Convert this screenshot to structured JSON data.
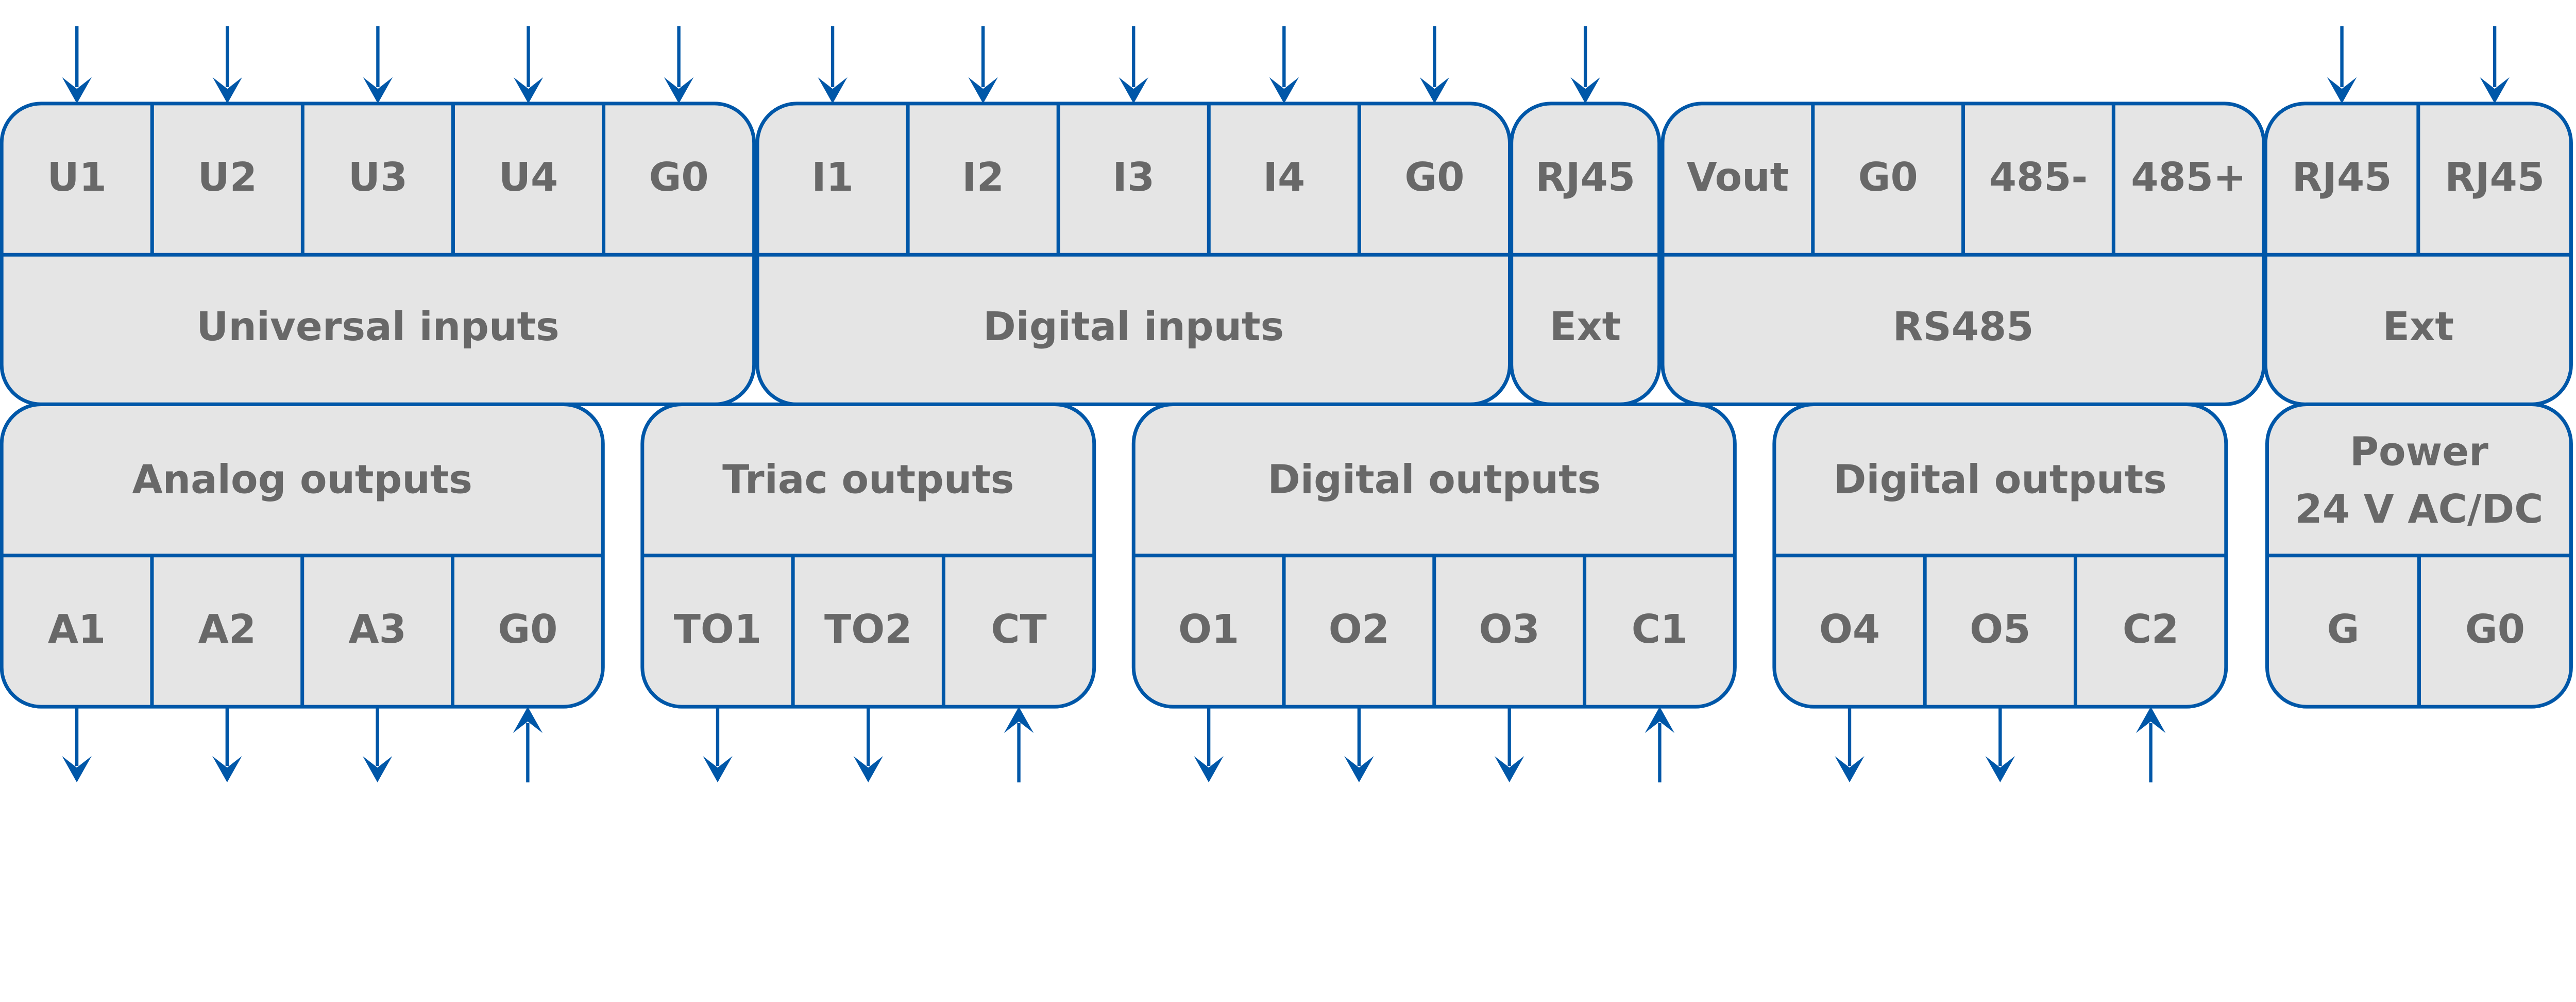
{
  "colors": {
    "stroke": "#0057a8",
    "fill": "#e5e5e5",
    "text": "#686868",
    "arrow": "#0057a8"
  },
  "top_row": [
    {
      "group": "Universal inputs",
      "terminals": [
        "U1",
        "U2",
        "U3",
        "U4",
        "G0"
      ],
      "arrow": "in"
    },
    {
      "group": "Digital inputs",
      "terminals": [
        "I1",
        "I2",
        "I3",
        "I4",
        "G0"
      ],
      "arrow": "in"
    },
    {
      "group": "Ext",
      "terminals": [
        "RJ45"
      ],
      "arrow": "in"
    },
    {
      "group": "RS485",
      "terminals": [
        "Vout",
        "G0",
        "485-",
        "485+"
      ],
      "arrow": "none"
    },
    {
      "group": "Ext",
      "terminals": [
        "RJ45",
        "RJ45"
      ],
      "arrow": "in"
    }
  ],
  "bottom_row": [
    {
      "group": "Analog outputs",
      "terminals": [
        "A1",
        "A2",
        "A3",
        "G0"
      ],
      "arrows": [
        "out",
        "out",
        "out",
        "in"
      ]
    },
    {
      "group": "Triac outputs",
      "terminals": [
        "TO1",
        "TO2",
        "CT"
      ],
      "arrows": [
        "out",
        "out",
        "in"
      ]
    },
    {
      "group": "Digital outputs",
      "terminals": [
        "O1",
        "O2",
        "O3",
        "C1"
      ],
      "arrows": [
        "out",
        "out",
        "out",
        "in"
      ]
    },
    {
      "group": "Digital outputs",
      "terminals": [
        "O4",
        "O5",
        "C2"
      ],
      "arrows": [
        "out",
        "out",
        "in"
      ]
    },
    {
      "group": "Power\n24 V AC/DC",
      "group_lines": [
        "Power",
        "24 V AC/DC"
      ],
      "terminals": [
        "G",
        "G0"
      ],
      "arrows": [
        "none",
        "none"
      ]
    }
  ]
}
